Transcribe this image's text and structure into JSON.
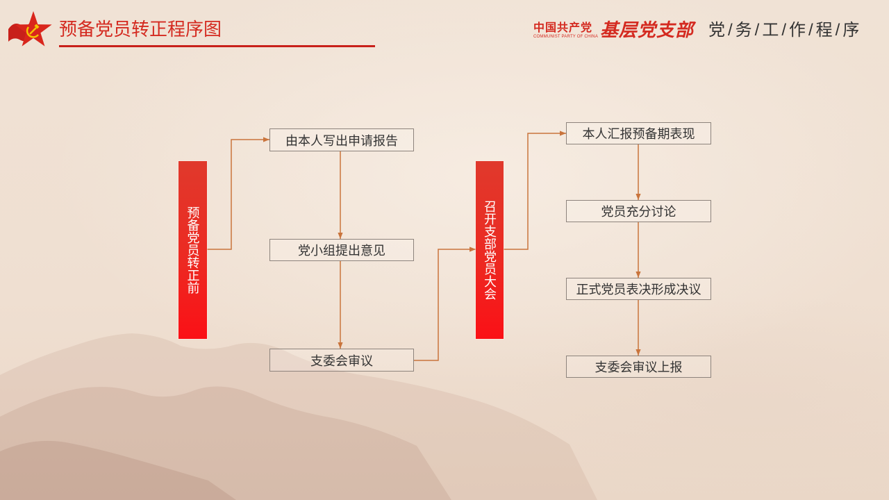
{
  "header": {
    "title": "预备党员转正程序图",
    "brand_cn": "中国共产党",
    "brand_en": "COMMUNIST PARTY OF CHINA",
    "brand_branch": "基层党支部",
    "section": "党/务/工/作/程/序"
  },
  "flow": {
    "start": "预备党员转正前",
    "column1": [
      "由本人写出申请报告",
      "党小组提出意见",
      "支委会审议"
    ],
    "middle": "召开支部党员大会",
    "column2": [
      "本人汇报预备期表现",
      "党员充分讨论",
      "正式党员表决形成决议",
      "支委会审议上报"
    ]
  },
  "icons": {
    "emblem": "party-emblem-icon"
  },
  "colors": {
    "title_red": "#d42a20",
    "rule_red": "#c8201a",
    "node_red": "#ec2a22",
    "connector": "#c9743c",
    "box_border": "#8d837c",
    "text_dark": "#333333",
    "background": "#efe0d2"
  }
}
